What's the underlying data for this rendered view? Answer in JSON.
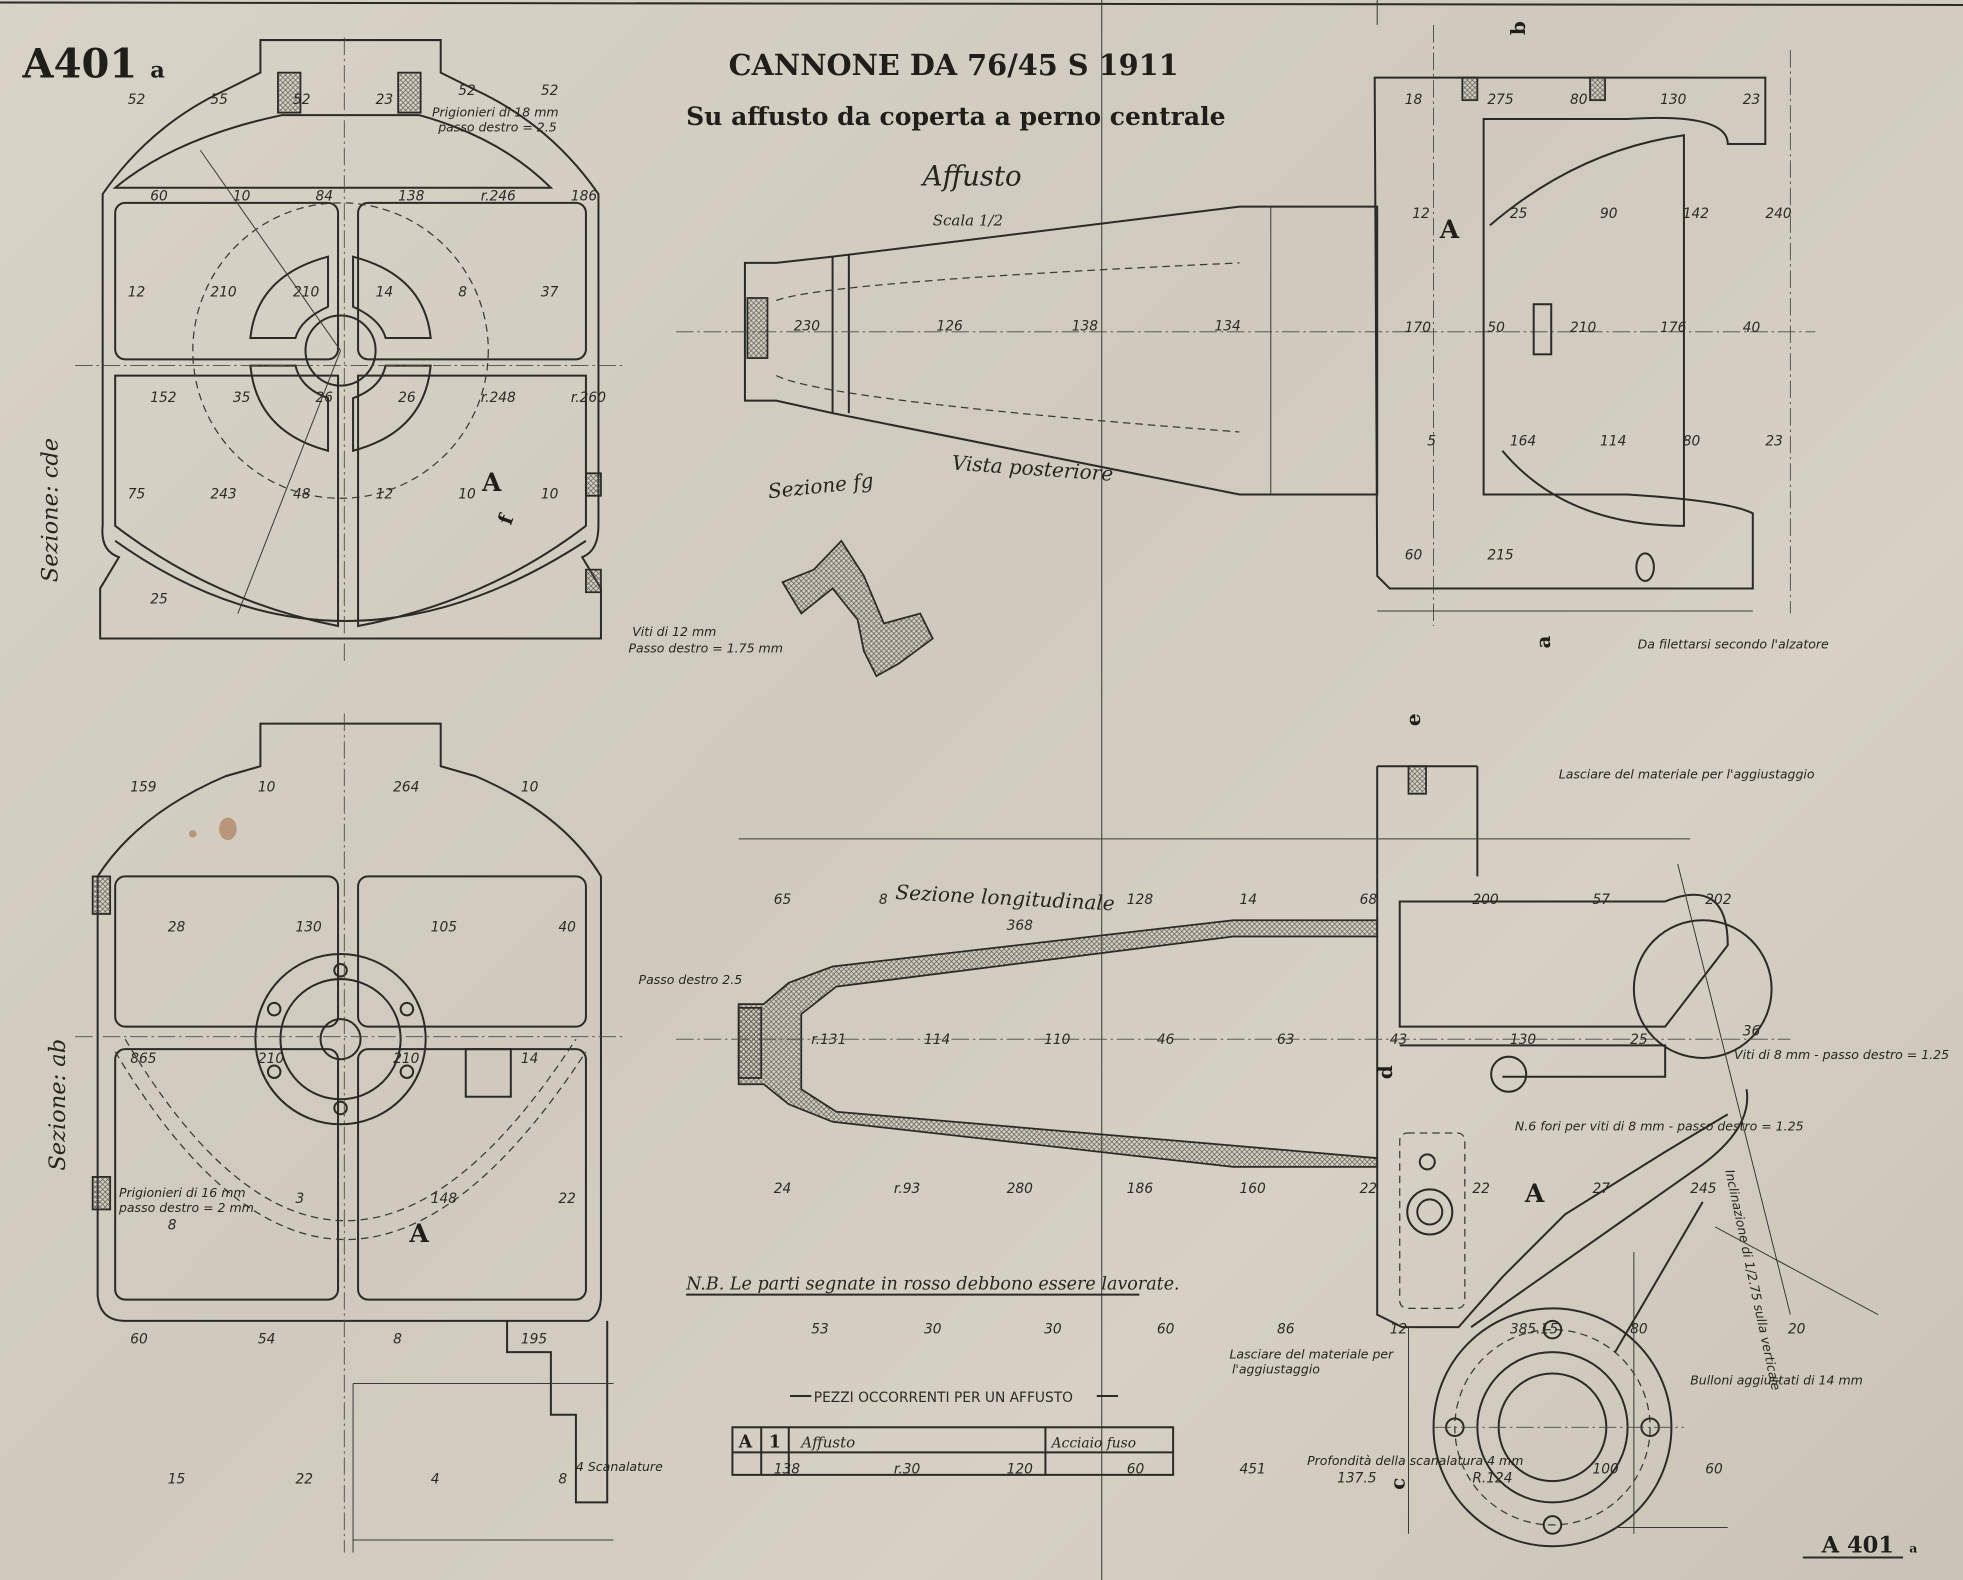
{
  "sheet": {
    "number": "A401",
    "suffix": "a",
    "footer_number": "A 401",
    "footer_suffix": "a"
  },
  "title": {
    "main": "CANNONE DA 76/45 S 1911",
    "subtitle": "Su affusto da coperta a perno centrale",
    "part": "Affusto",
    "scale": "Scala 1/2"
  },
  "views": {
    "rear": "Vista posteriore",
    "section_fg": "Sezione fg",
    "section_cde": "Sezione: cde",
    "section_ab": "Sezione: ab",
    "longitudinal": "Sezione longitudinale",
    "part_letter": "A"
  },
  "section_marks": [
    "a",
    "b",
    "c",
    "d",
    "e",
    "f"
  ],
  "annotations": {
    "studs_top": "Prigionieri di 18 mm",
    "studs_top_pitch": "passo destro = 2.5",
    "studs_bottom": "Prigionieri di 16 mm",
    "studs_bottom_pitch": "passo destro = 2 mm",
    "screws_12": "Viti di 12 mm",
    "screws_12_pitch": "Passo destro = 1.75 mm",
    "thread_note": "Da filettarsi secondo l'alzatore",
    "leave_material_1": "Lasciare del materiale per l'aggiustaggio",
    "leave_material_2a": "Lasciare del materiale per",
    "leave_material_2b": "l'aggiustaggio",
    "screws_8": "Viti di 8 mm - passo destro = 1.25",
    "holes_8": "N.6 fori per viti di 8 mm - passo destro = 1.25",
    "inclination": "Inclinazione di 1/2.75 sulla verticale",
    "bolts": "Bulloni aggiustati di 14 mm",
    "groove_depth": "Profondità della scanalatura 4 mm",
    "grooves": "4 Scanalature",
    "pitch_left": "Passo destro 2.5",
    "note": "N.B. Le parti segnate in rosso debbono essere lavorate."
  },
  "parts_table": {
    "title": "PEZZI OCCORRENTI PER UN AFFUSTO",
    "rows": [
      {
        "mark": "A",
        "qty": "1",
        "name": "Affusto",
        "material": "Acciaio fuso"
      }
    ]
  },
  "dimensions": {
    "top_left": [
      "52",
      "55",
      "52",
      "23",
      "52",
      "52",
      "60",
      "10",
      "84",
      "138",
      "r.246",
      "186",
      "12",
      "210",
      "210",
      "14",
      "8",
      "37",
      "152",
      "35",
      "26",
      "26",
      "r.248",
      "r.260",
      "75",
      "243",
      "48",
      "12",
      "10",
      "10",
      "25"
    ],
    "bottom_left": [
      "159",
      "10",
      "264",
      "10",
      "28",
      "130",
      "105",
      "40",
      "865",
      "210",
      "210",
      "14",
      "8",
      "3",
      "148",
      "22",
      "60",
      "54",
      "8",
      "195",
      "15",
      "22",
      "4",
      "8"
    ],
    "rear": [
      "230",
      "126",
      "138",
      "134"
    ],
    "right_top": [
      "18",
      "275",
      "80",
      "130",
      "23",
      "12",
      "25",
      "90",
      "142",
      "240",
      "170",
      "50",
      "210",
      "176",
      "40",
      "5",
      "164",
      "114",
      "80",
      "23",
      "60",
      "215"
    ],
    "longitudinal": [
      "65",
      "8",
      "368",
      "128",
      "14",
      "68",
      "200",
      "57",
      "202",
      "r.131",
      "114",
      "110",
      "46",
      "63",
      "43",
      "130",
      "25",
      "36",
      "24",
      "r.93",
      "280",
      "186",
      "160",
      "22",
      "22",
      "27",
      "245",
      "53",
      "30",
      "30",
      "60",
      "86",
      "12",
      "385.15",
      "80",
      "20",
      "138",
      "r.30",
      "120",
      "60",
      "451",
      "137.5",
      "R.124",
      "100",
      "60"
    ]
  },
  "colors": {
    "paper": "#d4cfc3",
    "ink": "#2b2a27",
    "stain": "#a8704a"
  }
}
